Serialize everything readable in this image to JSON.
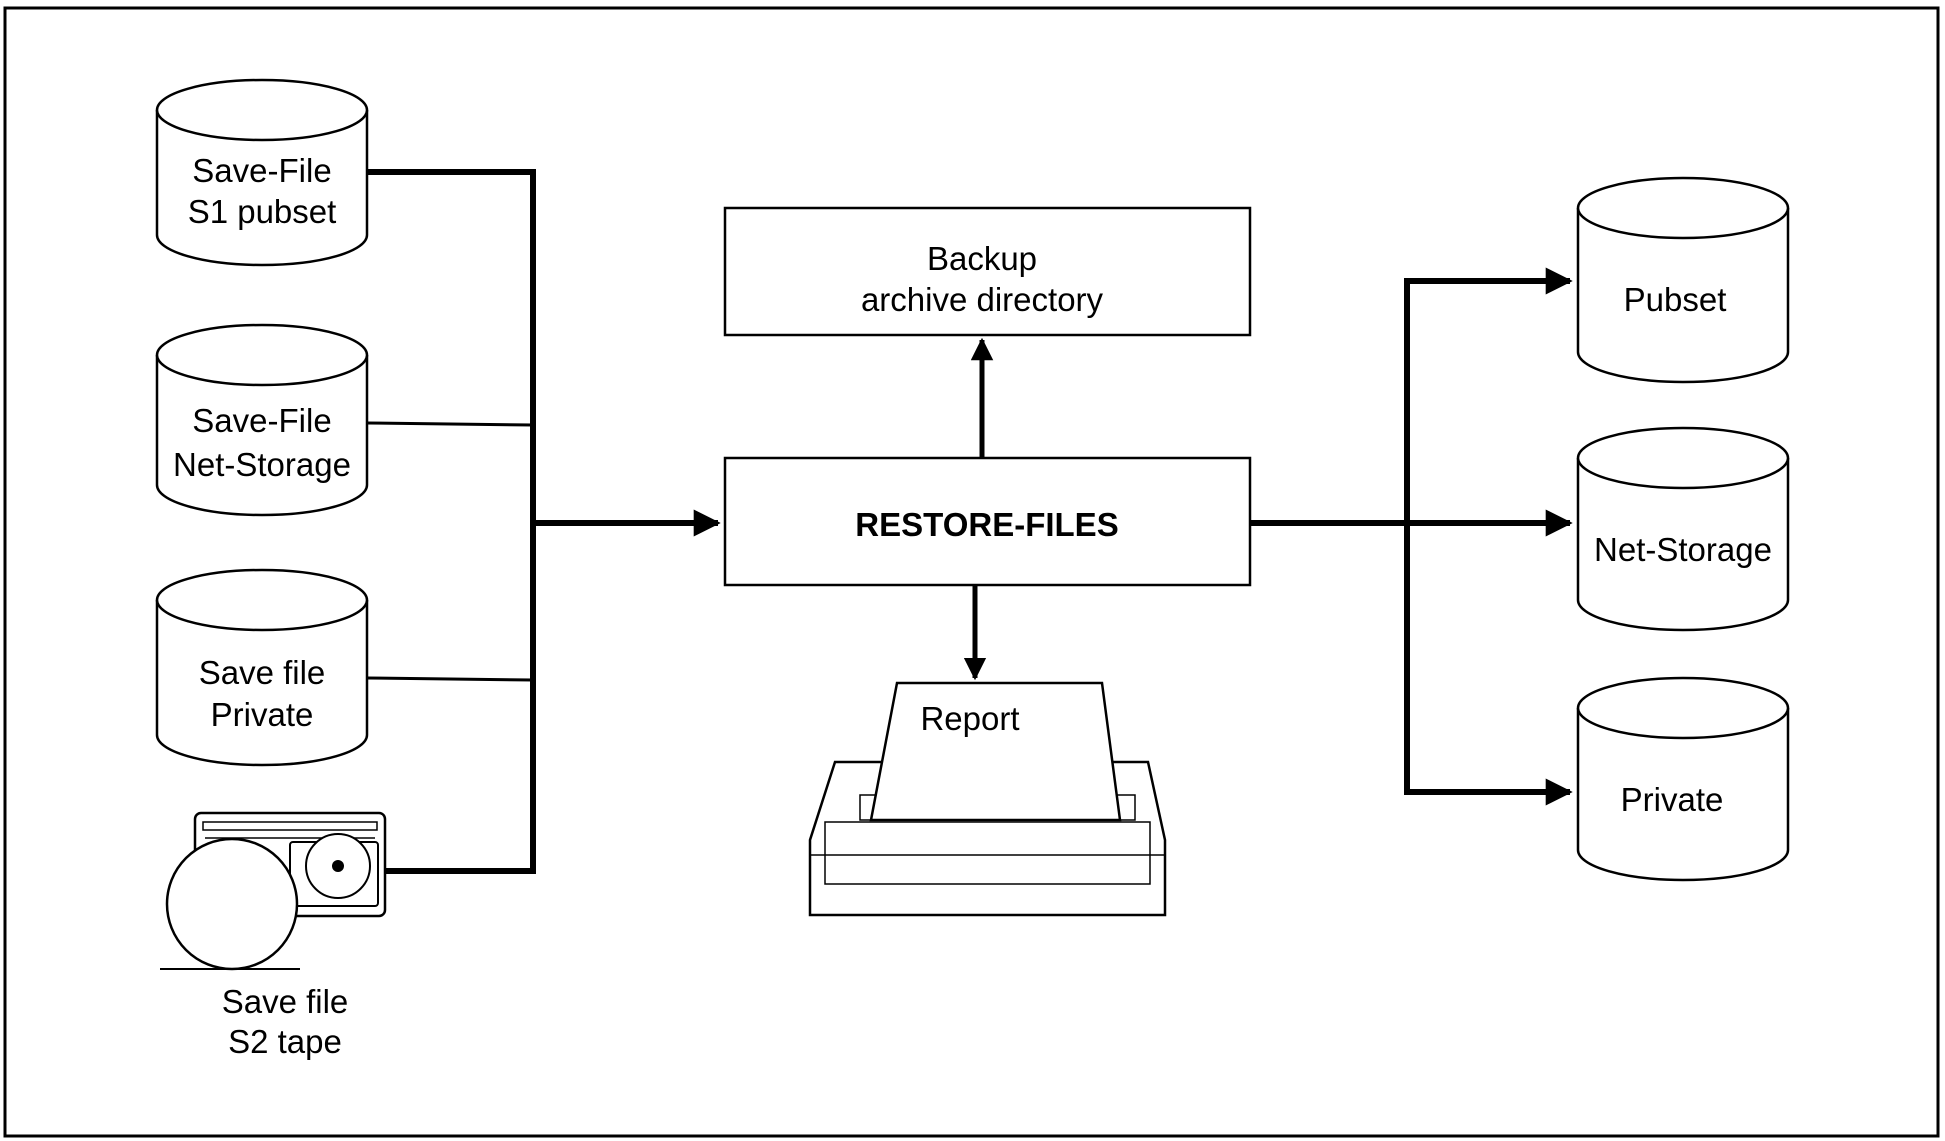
{
  "sources": {
    "s1_pubset": {
      "line1": "Save-File",
      "line2": "S1 pubset"
    },
    "net_storage": {
      "line1": "Save-File",
      "line2": "Net-Storage"
    },
    "private": {
      "line1": "Save file",
      "line2": "Private"
    },
    "s2_tape": {
      "line1": "Save file",
      "line2": "S2 tape"
    }
  },
  "process": {
    "label": "RESTORE-FILES"
  },
  "archive": {
    "line1": "Backup",
    "line2": "archive directory"
  },
  "report": {
    "label": "Report"
  },
  "targets": {
    "pubset": {
      "label": "Pubset"
    },
    "net_storage": {
      "label": "Net-Storage"
    },
    "private": {
      "label": "Private"
    }
  }
}
